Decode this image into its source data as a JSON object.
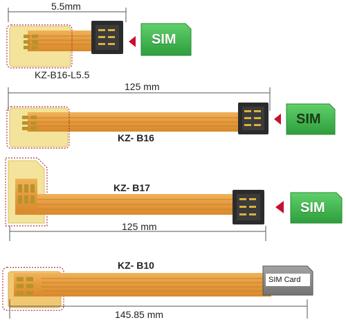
{
  "products": [
    {
      "model": "KZ-B16-L5.5",
      "dimension": "5.5mm",
      "sim_label": "SIM"
    },
    {
      "model": "KZ- B16",
      "dimension": "125 mm",
      "sim_label": "SIM"
    },
    {
      "model": "KZ- B17",
      "dimension": "125 mm",
      "sim_label": "SIM"
    },
    {
      "model": "KZ- B10",
      "dimension": "145.85 mm",
      "sim_label": "SIM Card"
    }
  ],
  "colors": {
    "flex_cable": "#e8a24a",
    "flex_trace": "#c77f2a",
    "contact_pad": "#d9b23c",
    "sim_green": "#39b54a",
    "arrow_red": "#c8102e",
    "socket_dark": "#2b2b2b",
    "card_gray": "#8a8a8a"
  }
}
